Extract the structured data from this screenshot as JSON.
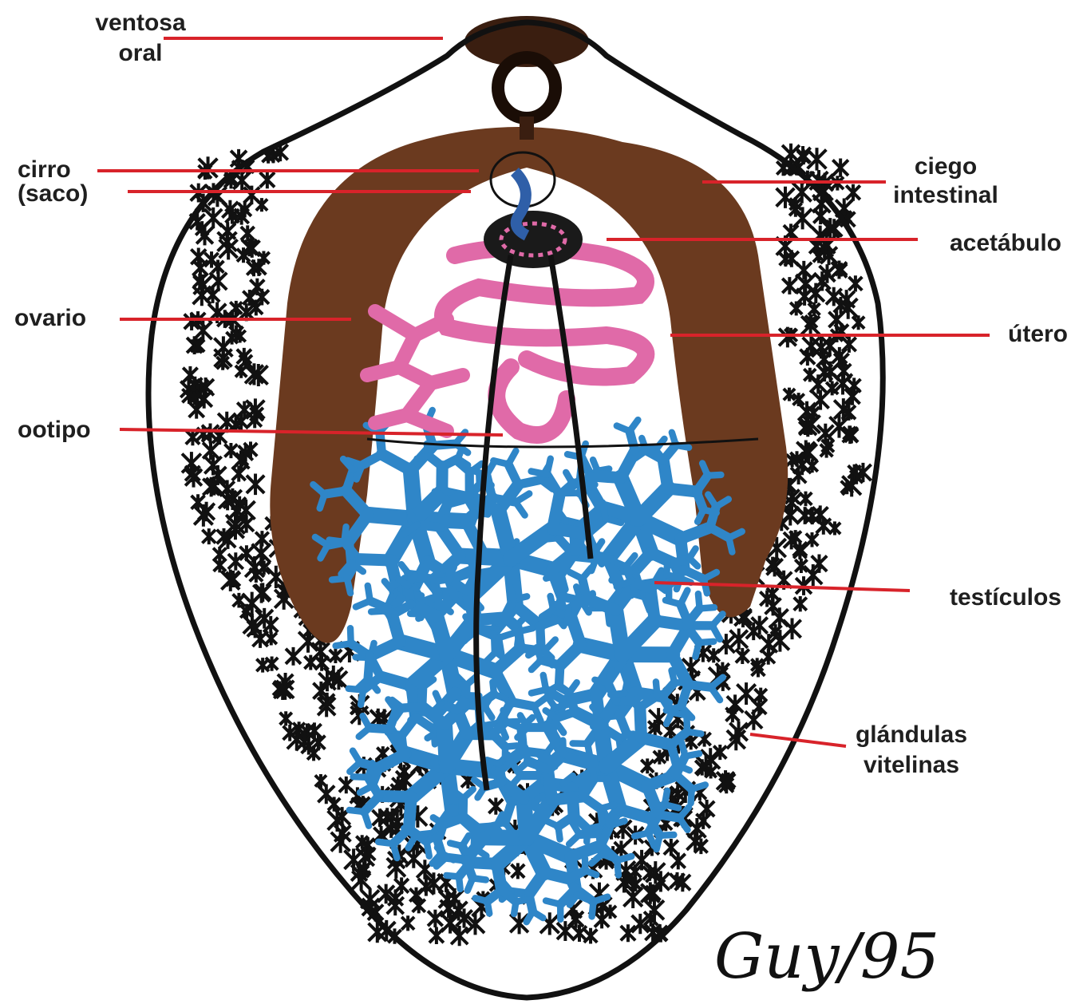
{
  "labels": {
    "ventosa_oral": [
      "ventosa",
      "oral"
    ],
    "cirro_saco": [
      "cirro",
      "(saco)"
    ],
    "ciego_intestinal": [
      "ciego",
      "intestinal"
    ],
    "acetabulo": "acetábulo",
    "ovario": "ovario",
    "utero": "útero",
    "ootipo": "ootipo",
    "testiculos": "testículos",
    "glandulas_vitelinas": [
      "glándulas",
      "vitelinas"
    ]
  },
  "signature": "Guy/95",
  "colors": {
    "outline": "#111111",
    "intestine": "#6b3a1f",
    "testes": "#2f86c8",
    "uterus": "#e06aa8",
    "vitellaria": "#111111",
    "pointer": "#d8232a"
  }
}
